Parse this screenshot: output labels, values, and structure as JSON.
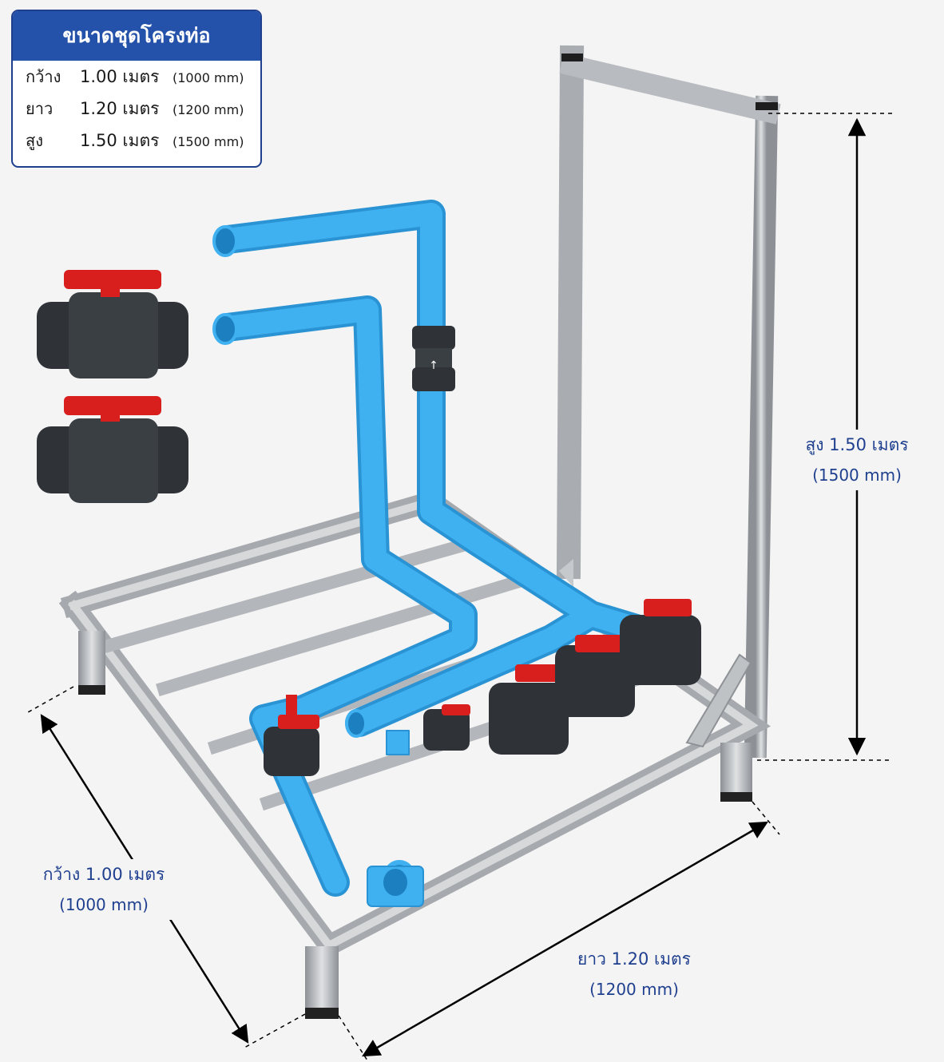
{
  "spec_box": {
    "title": "ขนาดชุดโครงท่อ",
    "rows": [
      {
        "label": "กว้าง",
        "value": "1.00 เมตร",
        "mm": "(1000 mm)"
      },
      {
        "label": "ยาว",
        "value": "1.20 เมตร",
        "mm": "(1200 mm)"
      },
      {
        "label": "สูง",
        "value": "1.50 เมตร",
        "mm": "(1500 mm)"
      }
    ]
  },
  "dimensions": {
    "height": {
      "meters": "สูง 1.50 เมตร",
      "mm": "(1500 mm)"
    },
    "width": {
      "meters": "กว้าง 1.00 เมตร",
      "mm": "(1000 mm)"
    },
    "length": {
      "meters": "ยาว 1.20 เมตร",
      "mm": "(1200 mm)"
    }
  },
  "colors": {
    "accent": "#1f3f8f",
    "header": "#2451a9",
    "pipe": "#33a6ea",
    "frame": "#b9bcbf",
    "valve_body": "#2f3337",
    "valve_handle": "#d91e1e"
  },
  "icons": {
    "valve_example": "ball-valve-icon"
  }
}
